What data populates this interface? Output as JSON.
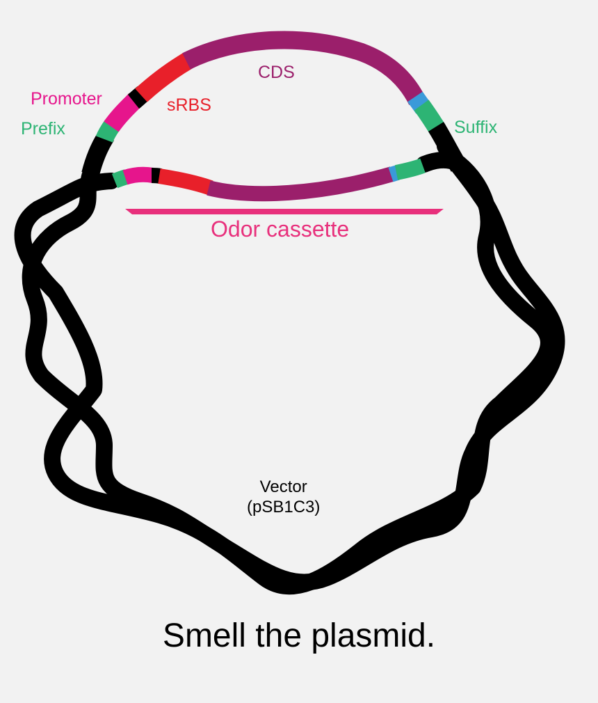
{
  "labels": {
    "prefix": "Prefix",
    "promoter": "Promoter",
    "srbs": "sRBS",
    "cds": "CDS",
    "suffix": "Suffix",
    "cassette": "Odor cassette",
    "vector_line1": "Vector",
    "vector_line2": "(pSB1C3)",
    "title": "Smell the plasmid."
  },
  "colors": {
    "background": "#f2f2f2",
    "backbone": "#000000",
    "prefix": "#2db474",
    "promoter": "#e6158c",
    "srbs": "#e8202a",
    "cds": "#9b1f6b",
    "suffix": "#2db474",
    "scar": "#3a9ad9",
    "cassette": "#e8307c",
    "text": "#000000"
  }
}
